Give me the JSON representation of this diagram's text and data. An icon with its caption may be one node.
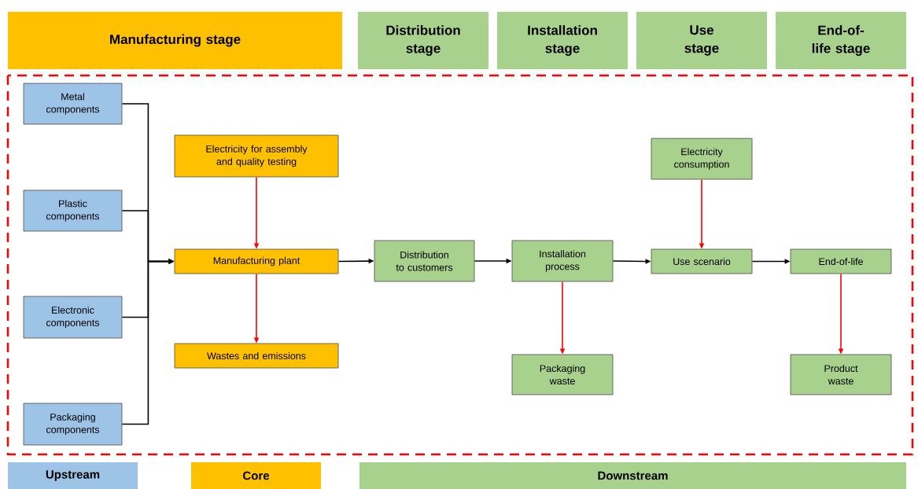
{
  "diagram": {
    "nodes": [
      {
        "text": [
          "Manufacturing stage"
        ]
      },
      {
        "text": [
          "Distribution stage"
        ]
      },
      {
        "text": [
          "Installation stage"
        ]
      },
      {
        "text": [
          "Use stage"
        ]
      },
      {
        "text": [
          "End-of-life stage"
        ]
      },
      {
        "text": [
          "Metal components"
        ]
      },
      {
        "text": [
          "Plastic components"
        ]
      },
      {
        "text": [
          "Electronic components"
        ]
      },
      {
        "text": [
          "Packaging components"
        ]
      },
      {
        "text": [
          "Electricity for assembly and quality testing"
        ]
      },
      {
        "text": [
          "Manufacturing plant"
        ]
      },
      {
        "text": [
          "Wastes and emissions"
        ]
      },
      {
        "text": [
          "Distribution to customers"
        ]
      },
      {
        "text": [
          "Installation process"
        ]
      },
      {
        "text": [
          "Packaging waste"
        ]
      },
      {
        "text": [
          "Electricity consumption"
        ]
      },
      {
        "text": [
          "Use scenario"
        ]
      },
      {
        "text": [
          "End-of-life"
        ]
      },
      {
        "text": [
          "Product waste"
        ]
      },
      {
        "text": [
          "Upstream"
        ]
      },
      {
        "text": [
          "Core"
        ]
      },
      {
        "text": [
          "Downstream"
        ]
      }
    ],
    "edges": [
      {
        "from": 5,
        "to": 10,
        "arrow": "to"
      },
      {
        "from": 6,
        "to": 10,
        "arrow": "to"
      },
      {
        "from": 7,
        "to": 10,
        "arrow": "to"
      },
      {
        "from": 8,
        "to": 10,
        "arrow": "to"
      },
      {
        "from": 9,
        "to": 10,
        "arrow": "to",
        "color": "#ff0000"
      },
      {
        "from": 10,
        "to": 11,
        "arrow": "to",
        "color": "#ff0000"
      },
      {
        "from": 10,
        "to": 12,
        "arrow": "to"
      },
      {
        "from": 12,
        "to": 13,
        "arrow": "to"
      },
      {
        "from": 13,
        "to": 14,
        "arrow": "to",
        "color": "#ff0000"
      },
      {
        "from": 13,
        "to": 16,
        "arrow": "to"
      },
      {
        "from": 15,
        "to": 16,
        "arrow": "to",
        "color": "#ff0000"
      },
      {
        "from": 16,
        "to": 17,
        "arrow": "to"
      },
      {
        "from": 17,
        "to": 18,
        "arrow": "to",
        "color": "#ff0000"
      }
    ]
  }
}
